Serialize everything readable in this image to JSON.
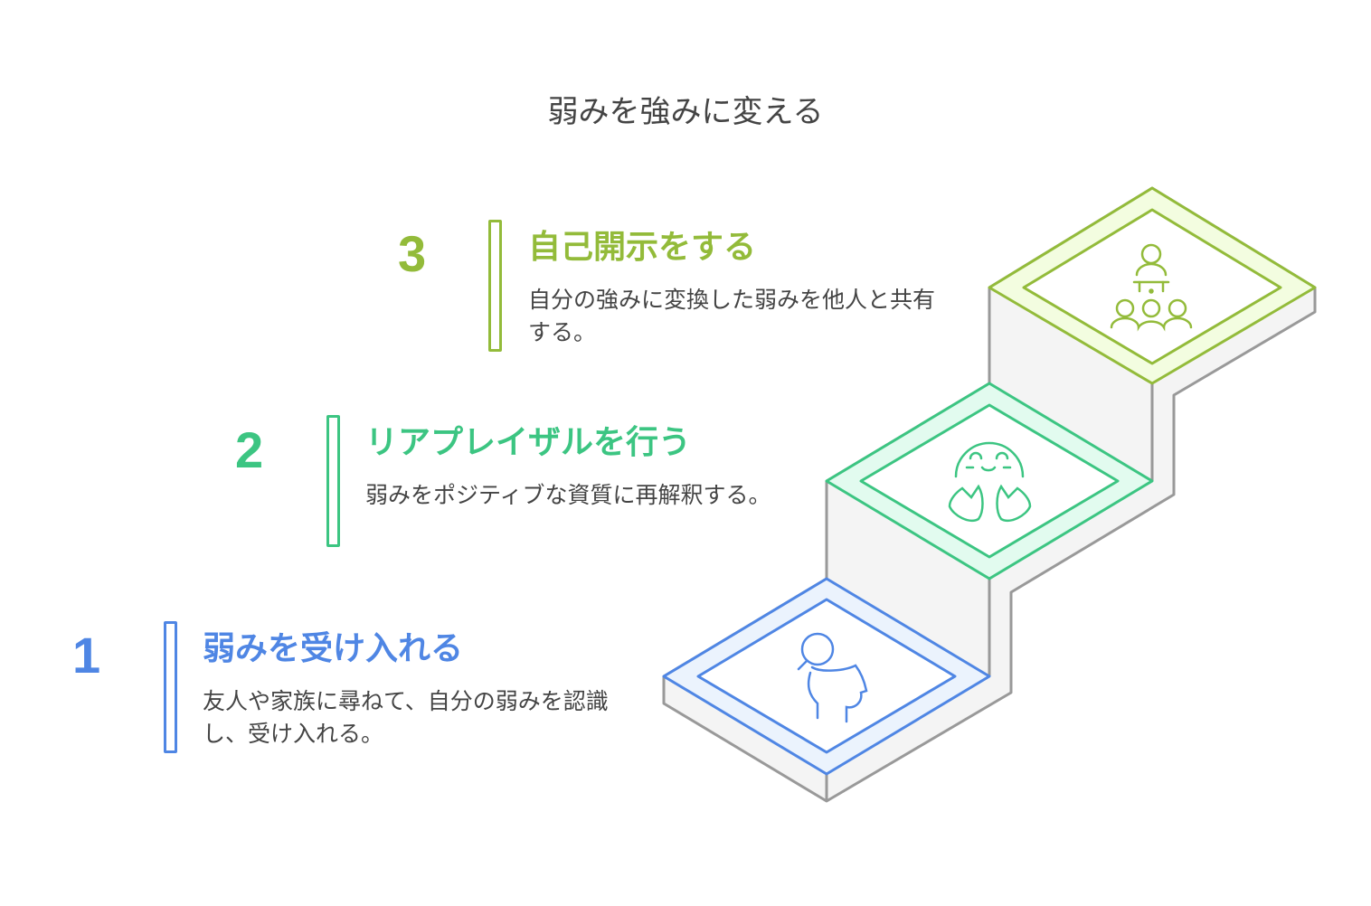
{
  "title": "弱みを強みに変える",
  "steps": [
    {
      "number": "1",
      "heading": "弱みを受け入れる",
      "description": "友人や家族に尋ねて、自分の弱みを認識し、受け入れる。",
      "color": "#4f86e4",
      "fill": "#ebf3fd",
      "icon": "head-search-icon"
    },
    {
      "number": "2",
      "heading": "リアプレイザルを行う",
      "description": "弱みをポジティブな資質に再解釈する。",
      "color": "#3cc582",
      "fill": "#e2fbef",
      "icon": "happy-face-icon"
    },
    {
      "number": "3",
      "heading": "自己開示をする",
      "description": "自分の強みに変換した弱みを他人と共有する。",
      "color": "#93bb3a",
      "fill": "#f3fde0",
      "icon": "presenter-audience-icon"
    }
  ]
}
